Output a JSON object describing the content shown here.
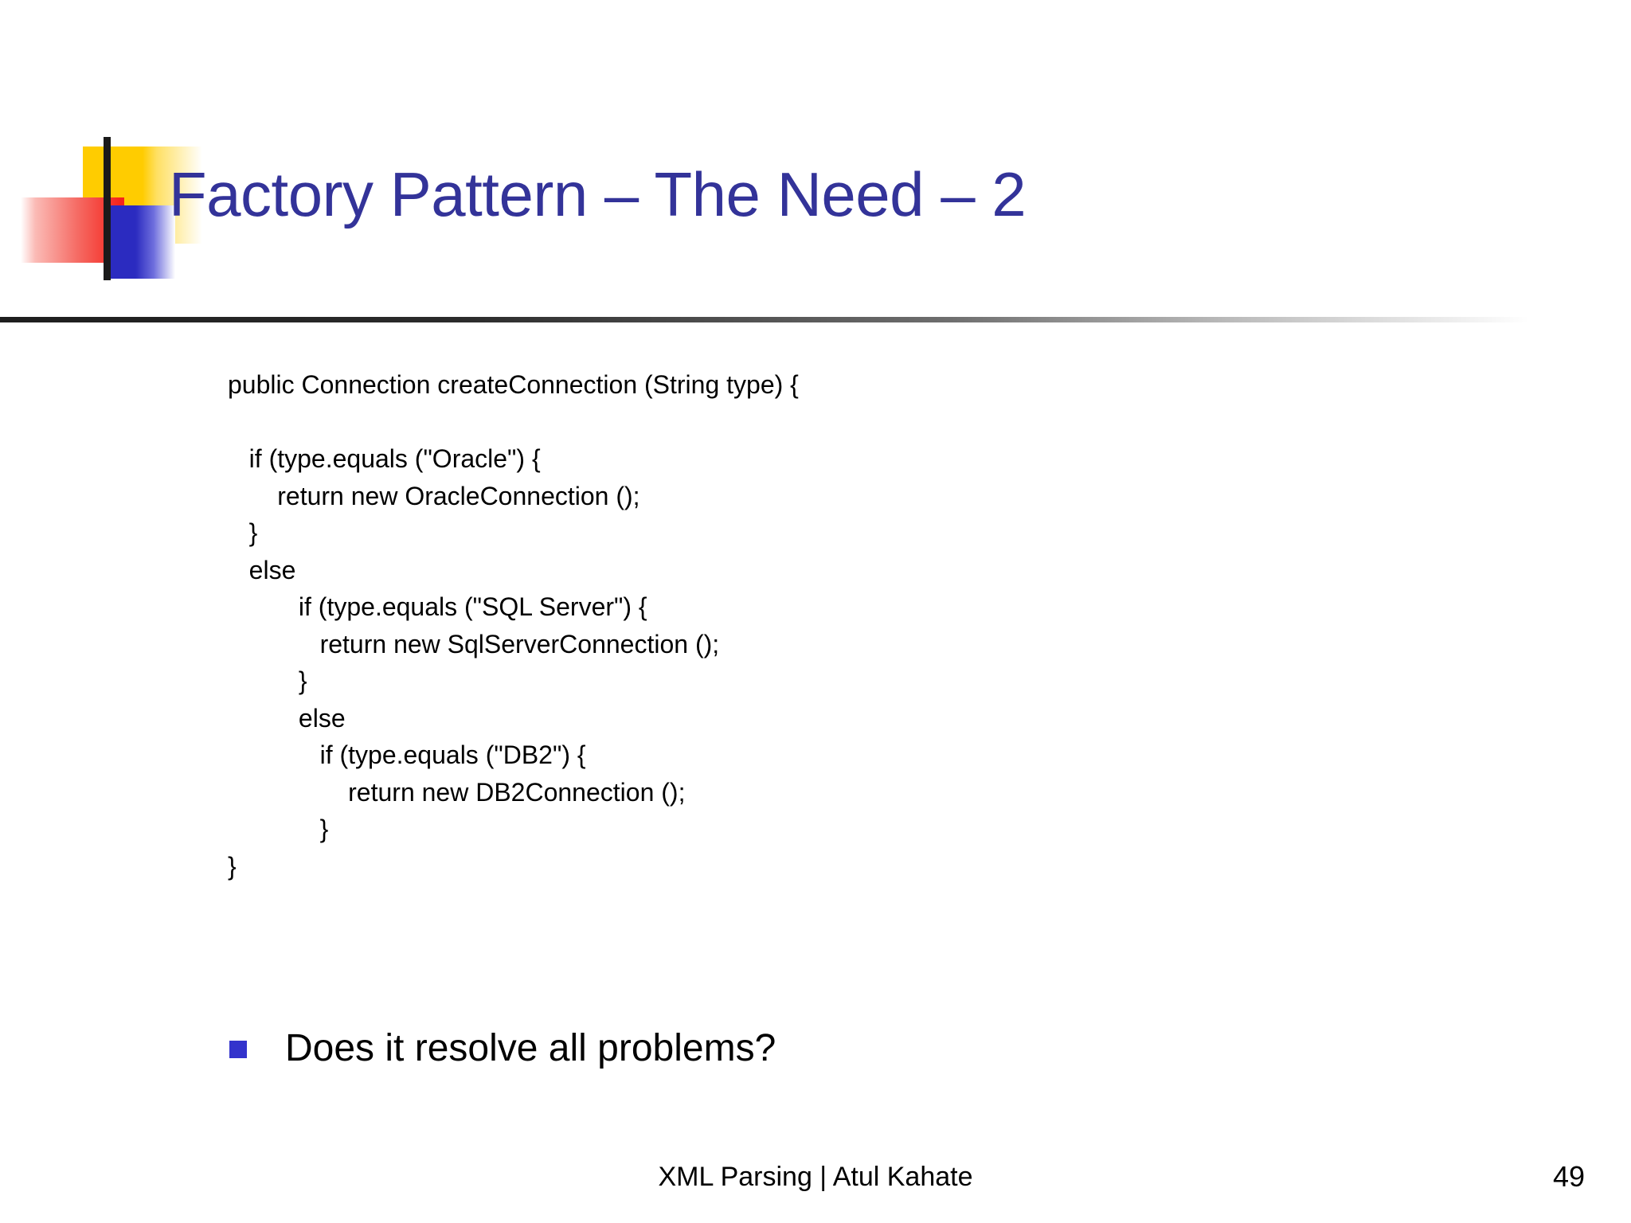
{
  "slide": {
    "title": "Factory Pattern – The Need – 2",
    "title_color": "#333399",
    "background_color": "#FFFFFF"
  },
  "decoration": {
    "yellow_block_color": "#FFCC00",
    "red_block_color": "#F5241C",
    "blue_block_color": "#2B2BC0",
    "bar_color": "#1A1A1A"
  },
  "code": {
    "lines": [
      "public Connection createConnection (String type) {",
      "",
      "   if (type.equals (\"Oracle\") {",
      "       return new OracleConnection ();",
      "   }",
      "   else",
      "          if (type.equals (\"SQL Server\") {",
      "             return new SqlServerConnection ();",
      "          }",
      "          else",
      "             if (type.equals (\"DB2\") {",
      "                 return new DB2Connection ();",
      "             }",
      "}"
    ]
  },
  "bullet": {
    "marker_color": "#3333CC",
    "text": "Does it resolve all problems?"
  },
  "footer": {
    "center": "XML Parsing | Atul Kahate",
    "page_number": "49"
  }
}
